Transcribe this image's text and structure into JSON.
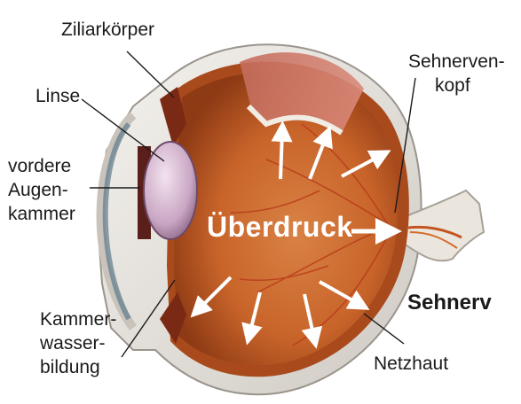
{
  "labels": {
    "ziliarkoerper": "Ziliarkörper",
    "linse": "Linse",
    "vordere_augenkammer": [
      "vordere",
      "Augen-",
      "kammer"
    ],
    "kammerwasserbildung": [
      "Kammer-",
      "wasser-",
      "bildung"
    ],
    "sehnervenkopf": [
      "Sehnerven-",
      "kopf"
    ],
    "sehnerv": "Sehnerv",
    "netzhaut": "Netzhaut"
  },
  "center_label": "Überdruck",
  "colors": {
    "eye_interior": "#c8642a",
    "eye_interior_dark": "#8e3a14",
    "sclera": "#e8e4df",
    "arrows": "#ffffff",
    "label_text": "#1a1a1a",
    "vessels": "#b83a1a"
  }
}
